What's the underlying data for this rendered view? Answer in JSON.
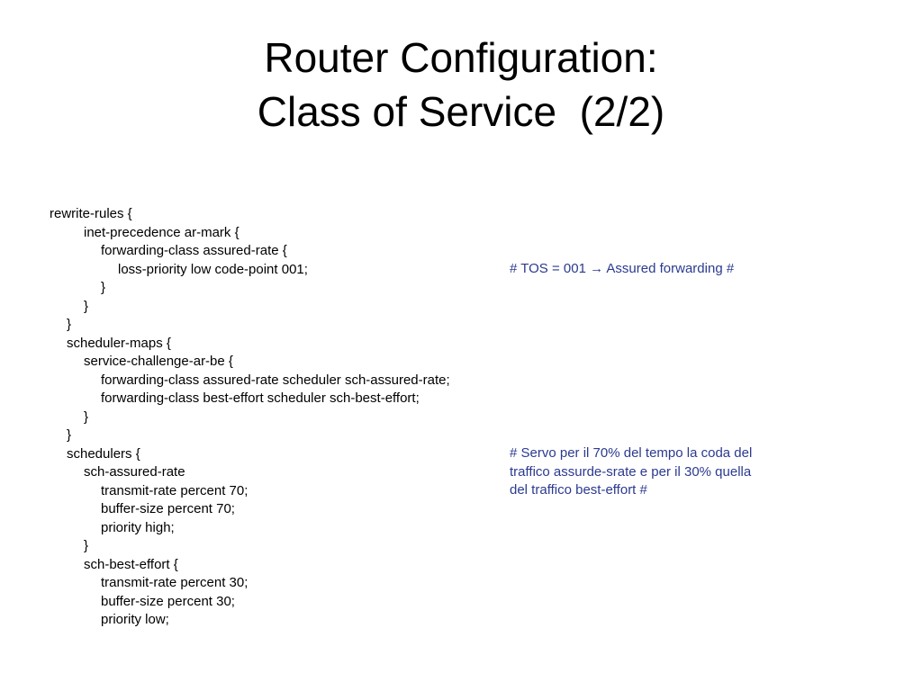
{
  "title": {
    "line1": "Router Configuration:",
    "line2": "Class of Service  (2/2)"
  },
  "code_lines": [
    {
      "indent": 1,
      "text": "rewrite-rules {"
    },
    {
      "indent": 3,
      "text": "inet-precedence ar-mark {"
    },
    {
      "indent": 4,
      "text": "forwarding-class assured-rate {"
    },
    {
      "indent": 5,
      "text": "loss-priority low code-point 001;"
    },
    {
      "indent": 4,
      "text": "}"
    },
    {
      "indent": 3,
      "text": "}"
    },
    {
      "indent": 2,
      "text": "}"
    },
    {
      "indent": 2,
      "text": "scheduler-maps {"
    },
    {
      "indent": 3,
      "text": "service-challenge-ar-be {"
    },
    {
      "indent": 4,
      "text": "forwarding-class assured-rate scheduler sch-assured-rate;"
    },
    {
      "indent": 4,
      "text": "forwarding-class best-effort scheduler sch-best-effort;"
    },
    {
      "indent": 3,
      "text": "}"
    },
    {
      "indent": 2,
      "text": "}"
    },
    {
      "indent": 2,
      "text": "schedulers {"
    },
    {
      "indent": 3,
      "text": "sch-assured-rate"
    },
    {
      "indent": 4,
      "text": "transmit-rate percent 70;"
    },
    {
      "indent": 4,
      "text": "buffer-size percent 70;"
    },
    {
      "indent": 4,
      "text": "priority high;"
    },
    {
      "indent": 3,
      "text": "}"
    },
    {
      "indent": 3,
      "text": "sch-best-effort {"
    },
    {
      "indent": 4,
      "text": "transmit-rate percent 30;"
    },
    {
      "indent": 4,
      "text": "buffer-size percent 30;"
    },
    {
      "indent": 4,
      "text": "priority low;"
    }
  ],
  "comments": {
    "tos": "# TOS = 001 → Assured forwarding #",
    "scheduler_lines": [
      "# Servo per il 70% del tempo la coda del",
      "traffico assurde-srate e per il 30% quella",
      "del traffico best-effort #"
    ]
  },
  "colors": {
    "text": "#000000",
    "comment": "#2b3a8f",
    "background": "#ffffff"
  }
}
